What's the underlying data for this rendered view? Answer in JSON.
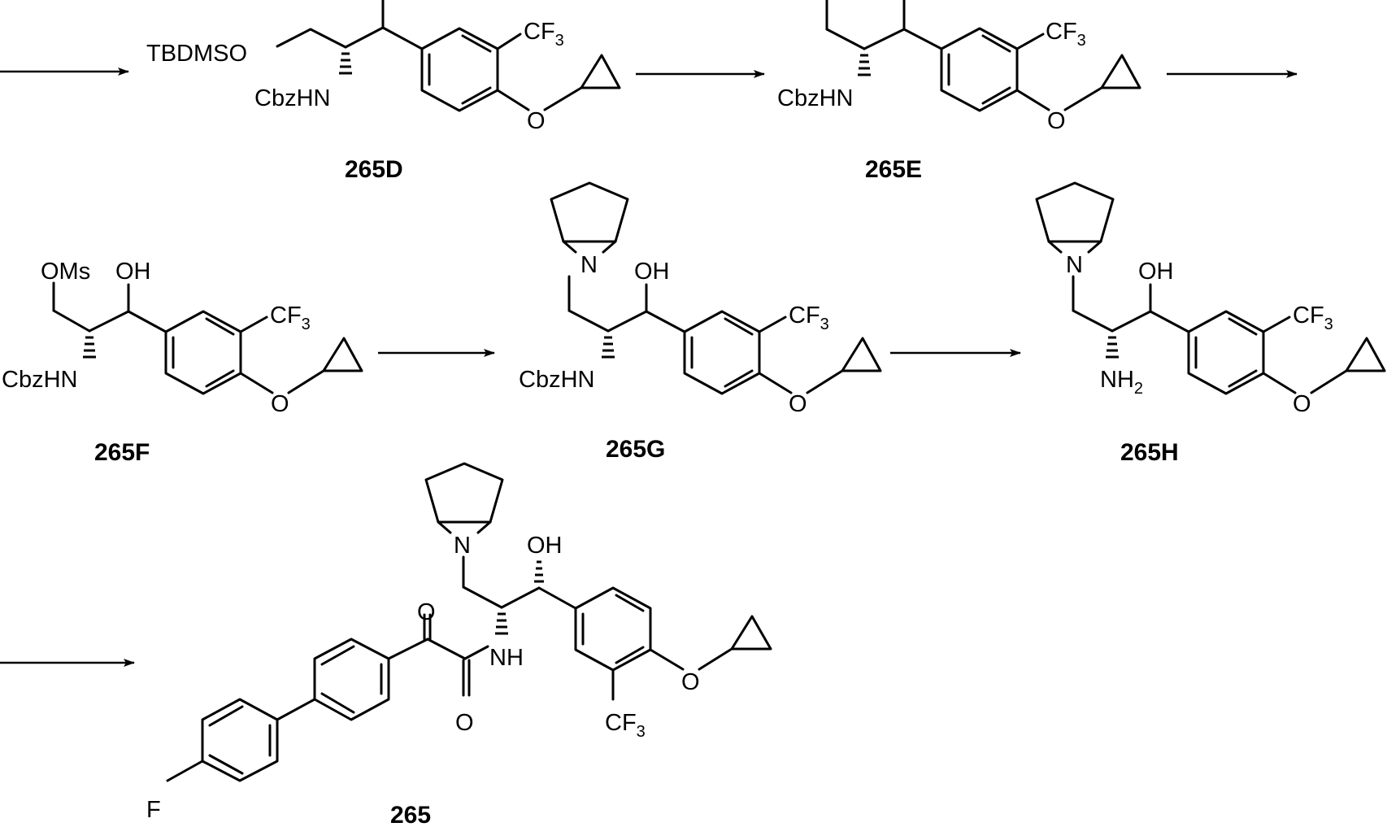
{
  "compounds": {
    "c265D": {
      "label": "265D",
      "tbdms_o": "TBDMSO",
      "nh": "CbzHN",
      "cf3": "CF",
      "cf3_sub": "3",
      "o": "O"
    },
    "c265E": {
      "label": "265E",
      "nh": "CbzHN",
      "cf3": "CF",
      "cf3_sub": "3",
      "o": "O"
    },
    "c265F": {
      "label": "265F",
      "oms": "OMs",
      "oh": "OH",
      "nh": "CbzHN",
      "cf3": "CF",
      "cf3_sub": "3",
      "o": "O"
    },
    "c265G": {
      "label": "265G",
      "n_ring": "N",
      "oh": "OH",
      "nh": "CbzHN",
      "cf3": "CF",
      "cf3_sub": "3",
      "o": "O"
    },
    "c265H": {
      "label": "265H",
      "n_ring": "N",
      "oh": "OH",
      "nh2": "NH",
      "nh2_sub": "2",
      "cf3": "CF",
      "cf3_sub": "3",
      "o": "O"
    },
    "c265": {
      "label": "265",
      "n_ring": "N",
      "oh": "OH",
      "nh": "NH",
      "o1": "O",
      "o2": "O",
      "o_ether": "O",
      "cf3": "CF",
      "cf3_sub": "3",
      "f": "F"
    }
  }
}
